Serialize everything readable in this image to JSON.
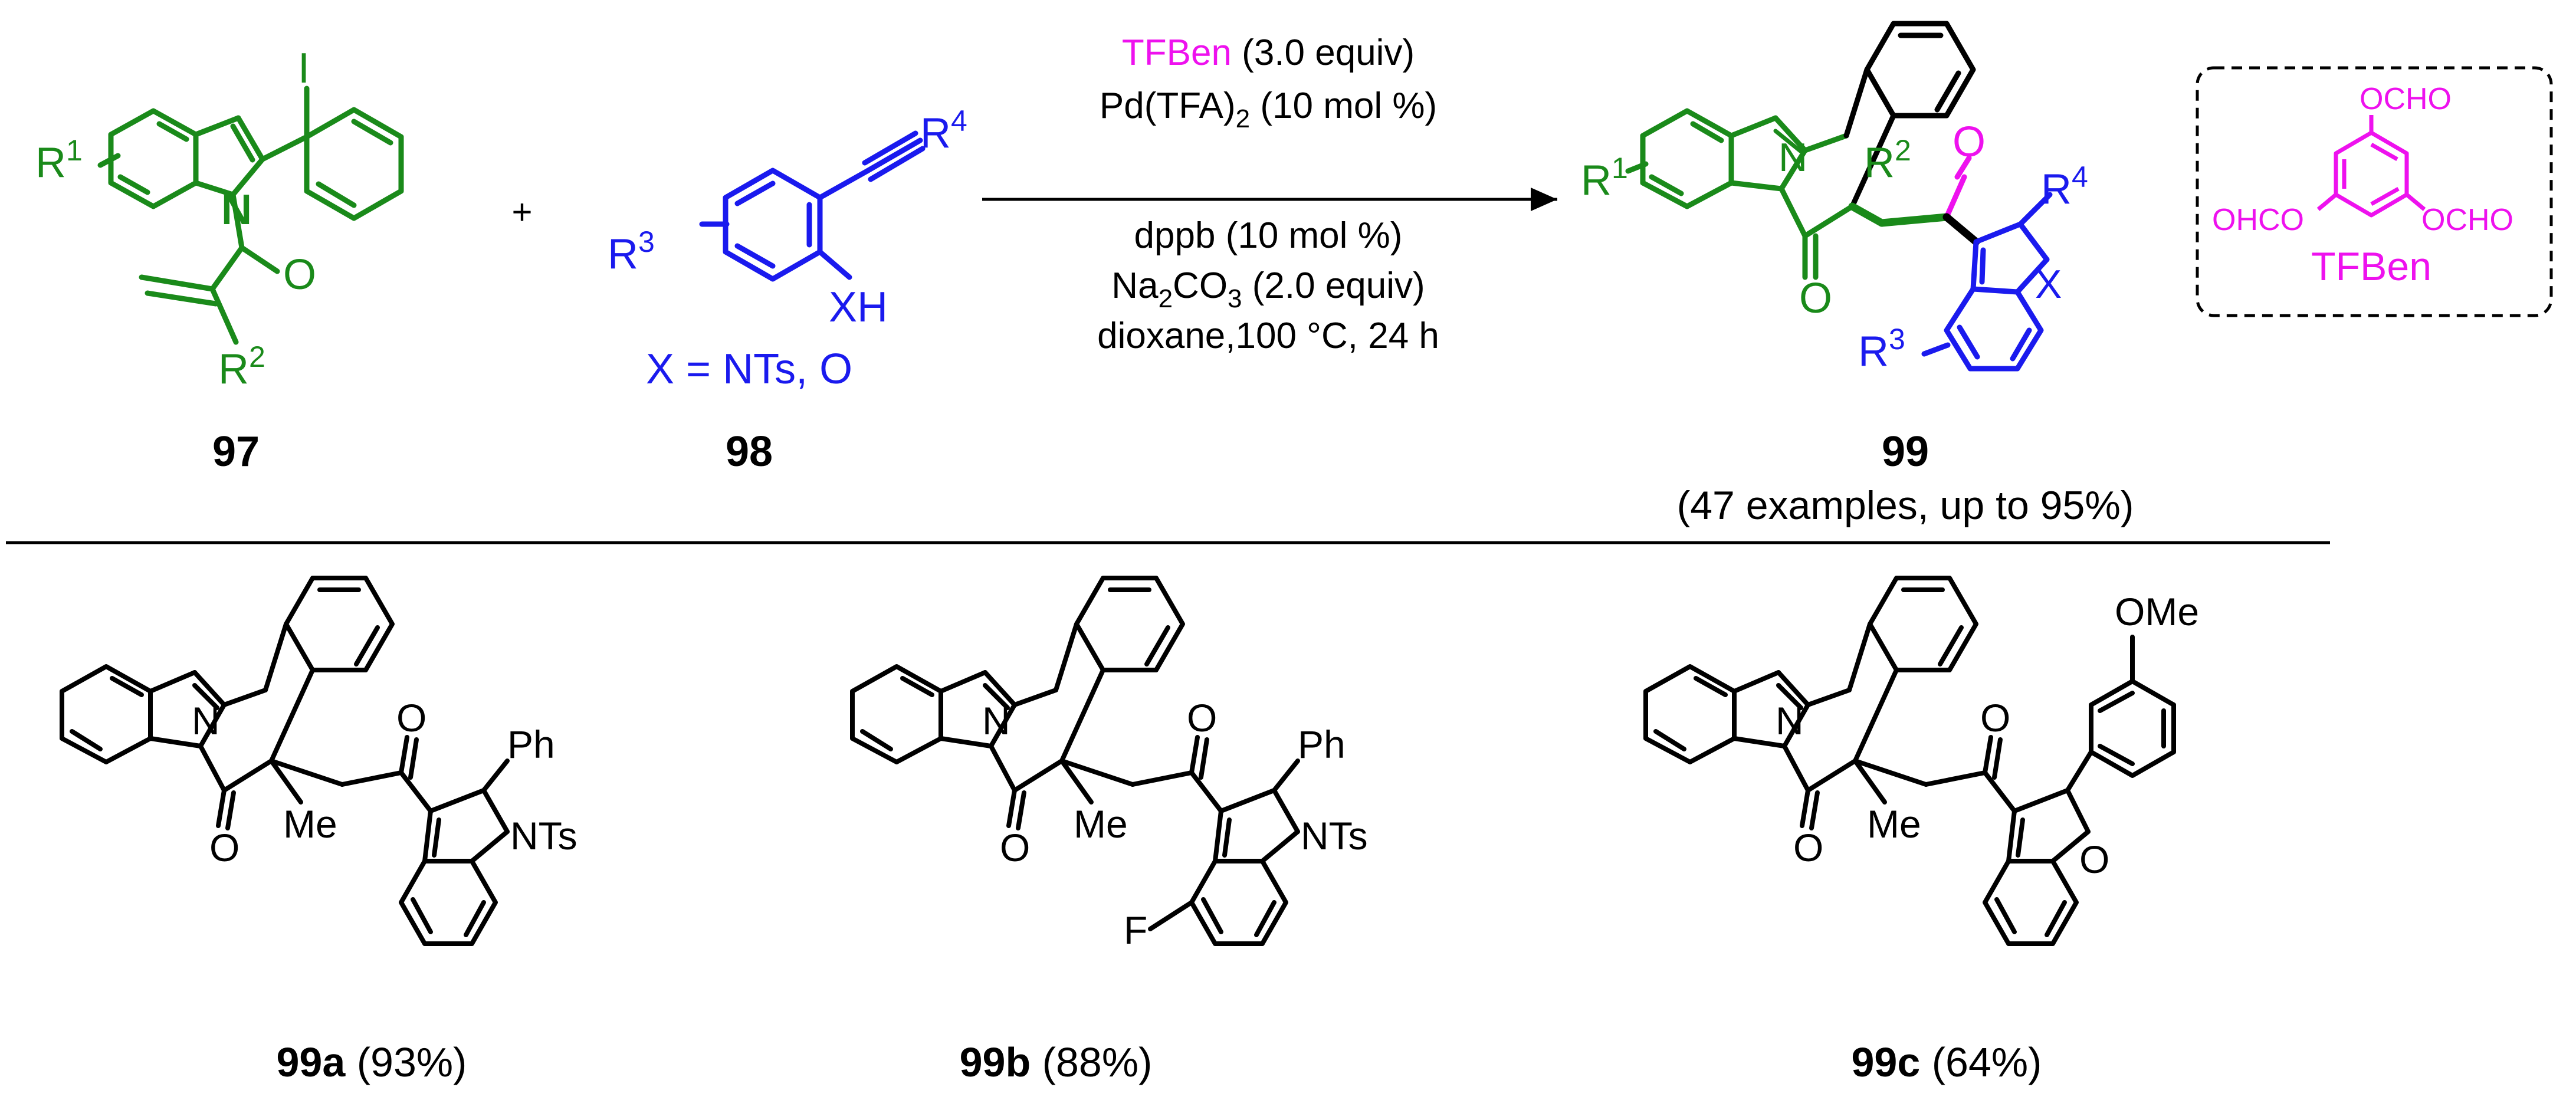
{
  "colors": {
    "green": "#1a8a1a",
    "blue": "#1a1aee",
    "magenta": "#ee11ee",
    "black": "#000000"
  },
  "reagent_box": {
    "groups": [
      "OCHO",
      "OHCO",
      "OCHO"
    ],
    "name": "TFBen"
  },
  "reaction": {
    "conditions_top": {
      "reagent": "TFBen",
      "reagent_amount": "(3.0 equiv)",
      "catalyst": "Pd(TFA)",
      "catalyst_sub": "2",
      "catalyst_amount": "(10 mol %)"
    },
    "conditions_bottom": {
      "ligand": "dppb (10 mol %)",
      "base": "Na",
      "base_sub": "2",
      "base_mid": "CO",
      "base_sub2": "3",
      "base_amount": "(2.0 equiv)",
      "solvent": "dioxane,100 °C, 24 h"
    },
    "plus": "+",
    "reactant_1": {
      "id": "97",
      "r1": "R",
      "r1_sup": "1",
      "r2": "R",
      "r2_sup": "2",
      "iodo": "I",
      "N": "N",
      "O": "O"
    },
    "reactant_2": {
      "id": "98",
      "r3": "R",
      "r3_sup": "3",
      "r4": "R",
      "r4_sup": "4",
      "xh": "XH",
      "x_def": "X = NTs,  O"
    },
    "product": {
      "id": "99",
      "note": "(47 examples, up to 95%)",
      "r1": "R",
      "r1_sup": "1",
      "r2": "R",
      "r2_sup": "2",
      "r3": "R",
      "r3_sup": "3",
      "r4": "R",
      "r4_sup": "4",
      "x": "X",
      "N": "N",
      "O": "O",
      "O2": "O"
    }
  },
  "examples": [
    {
      "id": "99a",
      "yield": "(93%)",
      "me": "Me",
      "ph": "Ph",
      "het": "NTs",
      "N": "N",
      "O": "O",
      "O2": "O"
    },
    {
      "id": "99b",
      "yield": "(88%)",
      "me": "Me",
      "ph": "Ph",
      "het": "NTs",
      "F": "F",
      "N": "N",
      "O": "O",
      "O2": "O"
    },
    {
      "id": "99c",
      "yield": "(64%)",
      "me": "Me",
      "ome": "OMe",
      "het": "O",
      "N": "N",
      "O": "O",
      "O2": "O"
    }
  ]
}
